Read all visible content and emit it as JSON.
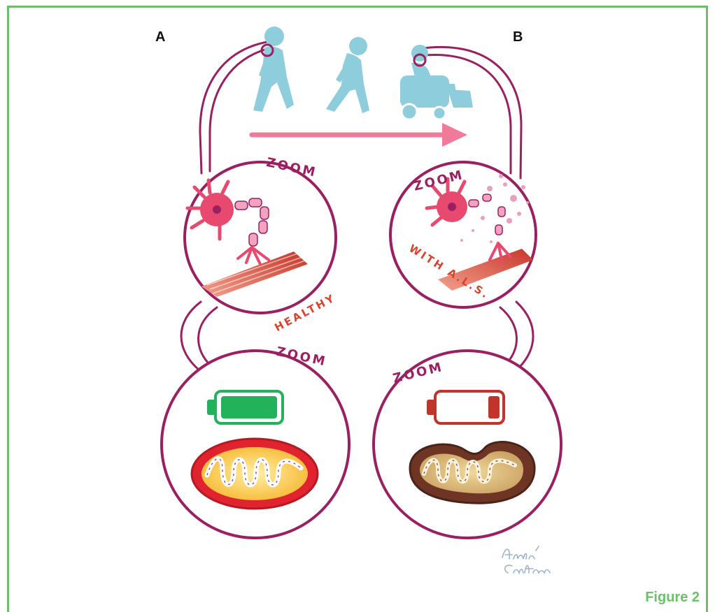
{
  "panels": {
    "left_label": "A",
    "right_label": "B"
  },
  "zoom_labels": [
    "ZOOM",
    "ZOOM",
    "ZOOM",
    "ZOOM"
  ],
  "status_labels": {
    "healthy": "HEALTHY",
    "disease": "WITH A.L.S."
  },
  "figure_caption": "Figure 2",
  "signature_text": "André Caetano",
  "colors": {
    "outline": "#9a2062",
    "frame": "#6cc06a",
    "person": "#8ecddb",
    "arrow": "#ef7a9a",
    "neuron": "#e8496e",
    "muscle": "#d9442f",
    "battery_full": "#22b35a",
    "battery_low": "#c2342a",
    "mito_healthy": "#e0232e",
    "mito_diseased": "#6e3524",
    "label_red": "#d9442f"
  },
  "icons": [
    "walking-person-icon",
    "stooped-person-icon",
    "wheelchair-person-icon",
    "full-battery-icon",
    "low-battery-icon"
  ]
}
